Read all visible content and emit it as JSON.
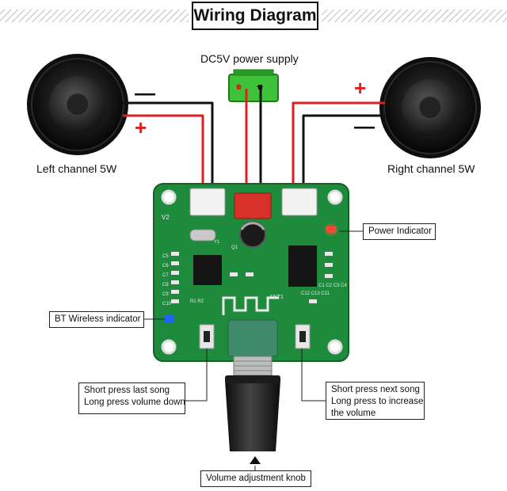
{
  "title": "Wiring Diagram",
  "power_supply": {
    "label": "DC5V power supply",
    "plus": "+",
    "minus": "−"
  },
  "speakers": {
    "left": {
      "label": "Left channel 5W",
      "minus": "—",
      "plus": "+"
    },
    "right": {
      "label": "Right channel 5W",
      "plus": "+",
      "minus": "—"
    }
  },
  "callouts": {
    "power_indicator": "Power Indicator",
    "bt_indicator": "BT Wireless indicator",
    "left_button": [
      "Short press last song",
      "Long press volume down"
    ],
    "right_button": [
      "Short press next song",
      "Long press to increase",
      "the volume"
    ],
    "knob": "Volume adjustment knob"
  },
  "board": {
    "version": "V2",
    "antenna": "ANT1",
    "labels": [
      "C5",
      "C6",
      "C7",
      "C8",
      "C9",
      "C10",
      "R1",
      "R2",
      "Q1",
      "C12",
      "C13",
      "C11",
      "C1",
      "C2",
      "C3",
      "C4",
      "Y1"
    ]
  },
  "colors": {
    "board": "#1e8a3c",
    "wire_red": "#e02020",
    "wire_black": "#111111",
    "battery": "#3ec23a",
    "red_sign": "#e02020"
  }
}
